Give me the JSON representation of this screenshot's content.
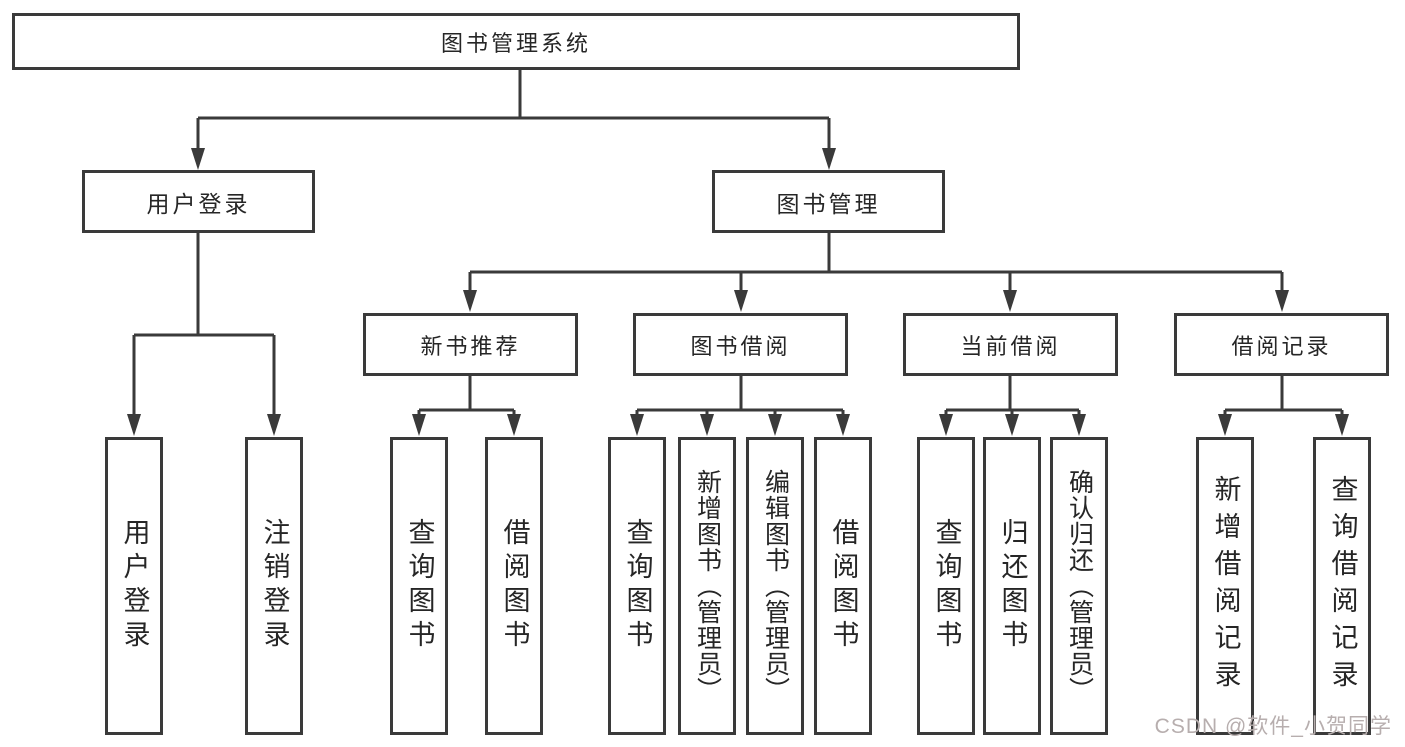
{
  "diagram": {
    "nodes": {
      "root": "图书管理系统",
      "level2": [
        "用户登录",
        "图书管理"
      ],
      "level3": [
        "新书推荐",
        "图书借阅",
        "当前借阅",
        "借阅记录"
      ],
      "leaves": [
        "用户登录",
        "注销登录",
        "查询图书",
        "借阅图书",
        "查询图书",
        "新增图书（管理员）",
        "编辑图书（管理员）",
        "借阅图书",
        "查询图书",
        "归还图书",
        "确认归还（管理员）",
        "新增借阅记录",
        "查询借阅记录"
      ]
    },
    "watermark": "CSDN @软件_小贺同学",
    "colors": {
      "line": "#3a3a3a",
      "text": "#262626",
      "watermark": "#b7aeae",
      "background": "#ffffff"
    }
  }
}
